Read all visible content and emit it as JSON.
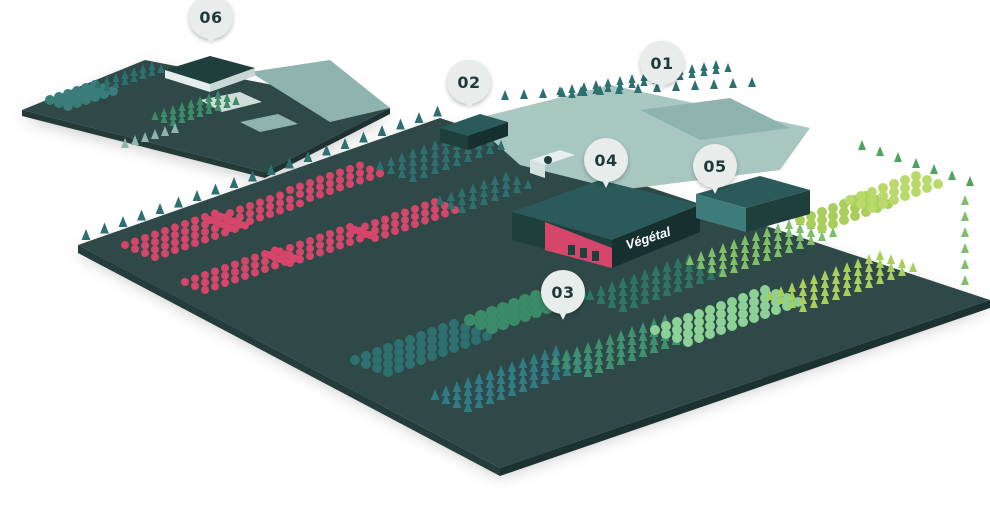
{
  "brand": {
    "logo_text": "Végétal"
  },
  "markers": [
    {
      "id": "marker-01",
      "label": "01"
    },
    {
      "id": "marker-02",
      "label": "02"
    },
    {
      "id": "marker-03",
      "label": "03"
    },
    {
      "id": "marker-04",
      "label": "04"
    },
    {
      "id": "marker-05",
      "label": "05"
    },
    {
      "id": "marker-06",
      "label": "06"
    }
  ],
  "colors": {
    "ground": "#2f4a46",
    "ground_side": "#243a37",
    "annex_ground": "#31514d",
    "building_dark": "#1f3f3d",
    "building_roof": "#2a5a5a",
    "accent_pink": "#d6456a",
    "tree_teal": "#2e6f6f",
    "tree_green": "#3b8a68",
    "tree_light": "#7fbf6a",
    "crop_yellowgreen": "#a8cf5a",
    "marker_bg": "#e8eceb",
    "marker_text": "#1f3b39"
  }
}
